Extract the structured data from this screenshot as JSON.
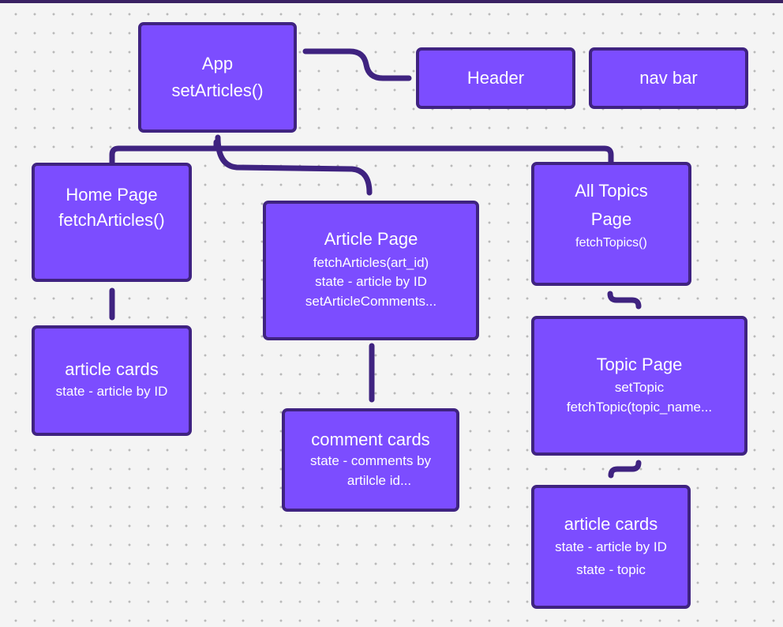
{
  "diagram": {
    "nodes": {
      "app": {
        "title": "App",
        "lines": [
          "setArticles()"
        ]
      },
      "header": {
        "title": "Header"
      },
      "nav_bar": {
        "title": "nav bar"
      },
      "home_page": {
        "title": "Home Page",
        "lines": [
          "fetchArticles()"
        ]
      },
      "article_page": {
        "title": "Article Page",
        "lines": [
          "fetchArticles(art_id)",
          "state - article by ID",
          "setArticleComments..."
        ]
      },
      "all_topics_page": {
        "title_lines": [
          "All Topics",
          "Page"
        ],
        "lines": [
          "fetchTopics()"
        ]
      },
      "home_article_cards": {
        "title": "article cards",
        "lines": [
          "state - article by ID"
        ]
      },
      "comment_cards": {
        "title": "comment cards",
        "lines": [
          "state - comments by",
          "artilcle id..."
        ]
      },
      "topic_page": {
        "title": "Topic Page",
        "lines": [
          "setTopic",
          "fetchTopic(topic_name..."
        ]
      },
      "topic_article_cards": {
        "title": "article cards",
        "lines": [
          "state - article by ID",
          "state - topic"
        ]
      }
    },
    "colors": {
      "node_fill": "#7c4dff",
      "node_border": "#3f2380",
      "connector": "#3f2380",
      "text": "#ffffff",
      "canvas": "#f4f4f4",
      "grid_dot": "#b9b9b9"
    }
  }
}
